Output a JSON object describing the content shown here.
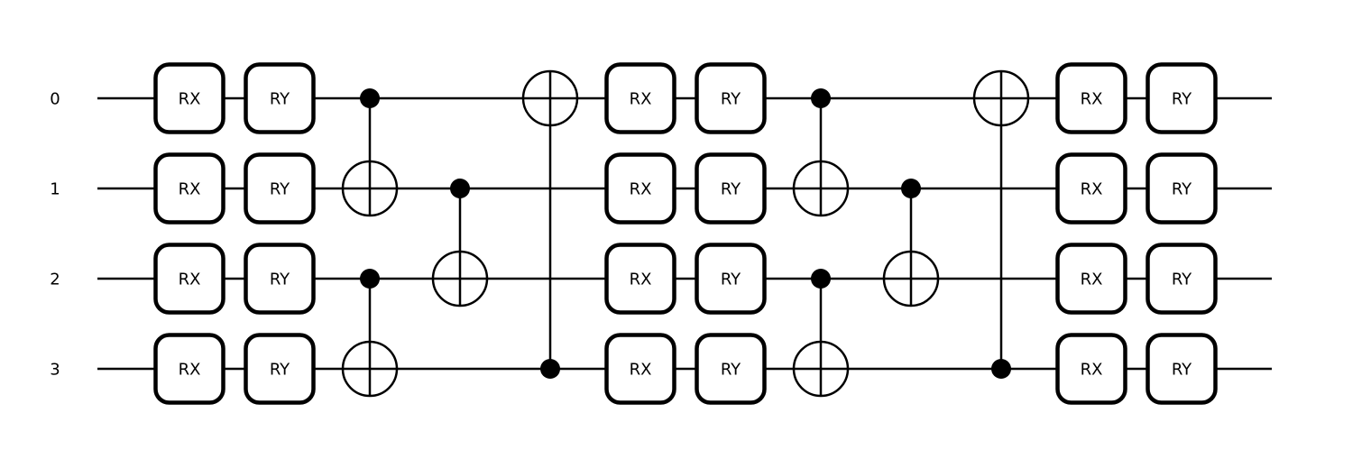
{
  "diagram": {
    "type": "quantum-circuit",
    "colors": {
      "background": "#ffffff",
      "stroke": "#000000",
      "gate_fill": "#ffffff"
    },
    "wires": [
      {
        "label": "0"
      },
      {
        "label": "1"
      },
      {
        "label": "2"
      },
      {
        "label": "3"
      }
    ],
    "columns": [
      {
        "kind": "gates",
        "label": "RX",
        "qubits": [
          0,
          1,
          2,
          3
        ]
      },
      {
        "kind": "gates",
        "label": "RY",
        "qubits": [
          0,
          1,
          2,
          3
        ]
      },
      {
        "kind": "cnots",
        "pairs": [
          {
            "control": 0,
            "target": 1
          },
          {
            "control": 2,
            "target": 3
          }
        ]
      },
      {
        "kind": "cnots",
        "pairs": [
          {
            "control": 1,
            "target": 2
          }
        ]
      },
      {
        "kind": "cnots",
        "pairs": [
          {
            "control": 3,
            "target": 0
          }
        ]
      },
      {
        "kind": "gates",
        "label": "RX",
        "qubits": [
          0,
          1,
          2,
          3
        ]
      },
      {
        "kind": "gates",
        "label": "RY",
        "qubits": [
          0,
          1,
          2,
          3
        ]
      },
      {
        "kind": "cnots",
        "pairs": [
          {
            "control": 0,
            "target": 1
          },
          {
            "control": 2,
            "target": 3
          }
        ]
      },
      {
        "kind": "cnots",
        "pairs": [
          {
            "control": 1,
            "target": 2
          }
        ]
      },
      {
        "kind": "cnots",
        "pairs": [
          {
            "control": 3,
            "target": 0
          }
        ]
      },
      {
        "kind": "gates",
        "label": "RX",
        "qubits": [
          0,
          1,
          2,
          3
        ]
      },
      {
        "kind": "gates",
        "label": "RY",
        "qubits": [
          0,
          1,
          2,
          3
        ]
      }
    ]
  }
}
